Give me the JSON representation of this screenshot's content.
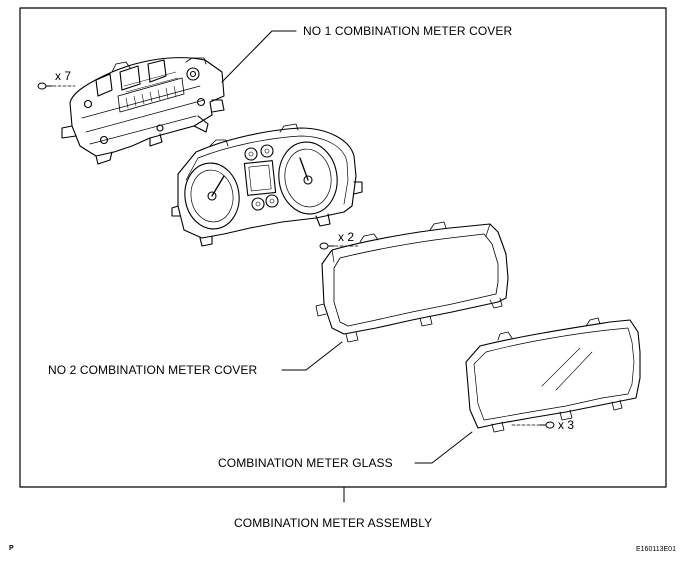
{
  "labels": {
    "no1_cover": "NO  1 COMBINATION METER COVER",
    "no2_cover": "NO  2 COMBINATION METER COVER",
    "glass": "COMBINATION METER GLASS",
    "assembly": "COMBINATION METER ASSEMBLY"
  },
  "quantities": {
    "no1_screws": "x 7",
    "no2_screws": "x 2",
    "glass_screws": "x 3"
  },
  "corner_left": "P",
  "figure_id": "E160113E01"
}
